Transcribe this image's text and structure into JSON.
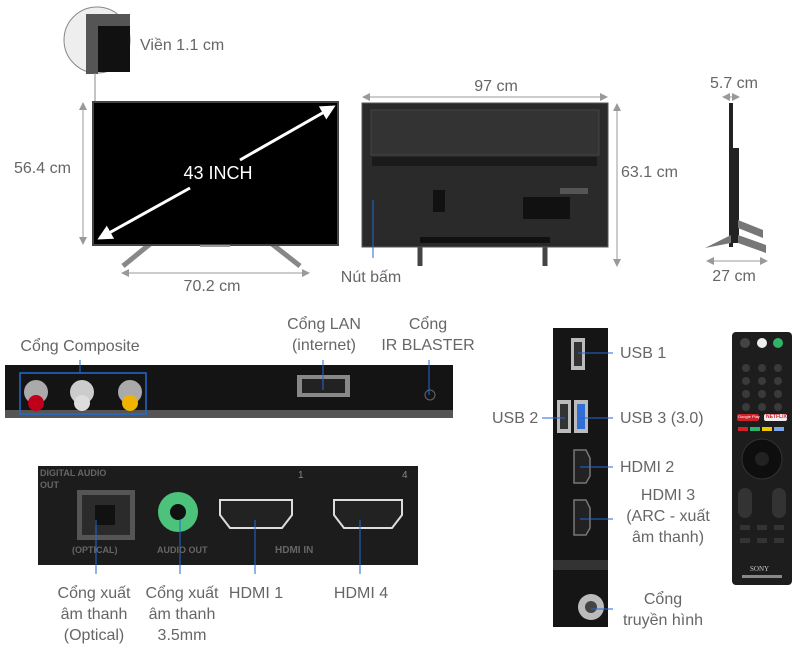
{
  "dimensions": {
    "bezel": "Viền 1.1 cm",
    "diagonal": "43 INCH",
    "front_height": "56.4 cm",
    "front_width": "70.2 cm",
    "back_width": "97 cm",
    "back_height": "63.1 cm",
    "button": "Nút bấm",
    "depth": "5.7 cm",
    "stand_depth": "27 cm"
  },
  "ports_strip": {
    "composite": "Cổng Composite",
    "lan": [
      "Cổng LAN",
      "(internet)"
    ],
    "ir": [
      "Cổng",
      "IR BLASTER"
    ]
  },
  "ports_panel": {
    "optical": [
      "Cổng xuất",
      "âm thanh",
      "(Optical)"
    ],
    "audio": [
      "Cổng xuất",
      "âm thanh",
      "3.5mm"
    ],
    "hdmi1": "HDMI 1",
    "hdmi4": "HDMI 4",
    "printed": {
      "digital_audio": "DIGITAL AUDIO",
      "out": "OUT",
      "optical": "(OPTICAL)",
      "audio_out": "AUDIO OUT",
      "hdmi_in": "HDMI IN",
      "port1": "1",
      "port4": "4"
    }
  },
  "side_ports": {
    "usb1": "USB 1",
    "usb2": "USB 2",
    "usb3": "USB 3 (3.0)",
    "hdmi2": "HDMI 2",
    "hdmi3": [
      "HDMI 3",
      "(ARC - xuất",
      "âm thanh)"
    ],
    "antenna": [
      "Cổng",
      "truyền hình"
    ]
  },
  "remote": {
    "brand": "SONY",
    "google_play": "Google Play",
    "netflix": "NETFLIX"
  },
  "colors": {
    "label": "#666666",
    "leader_line": "#1e6ad6",
    "dimension_arrow": "#999999"
  }
}
